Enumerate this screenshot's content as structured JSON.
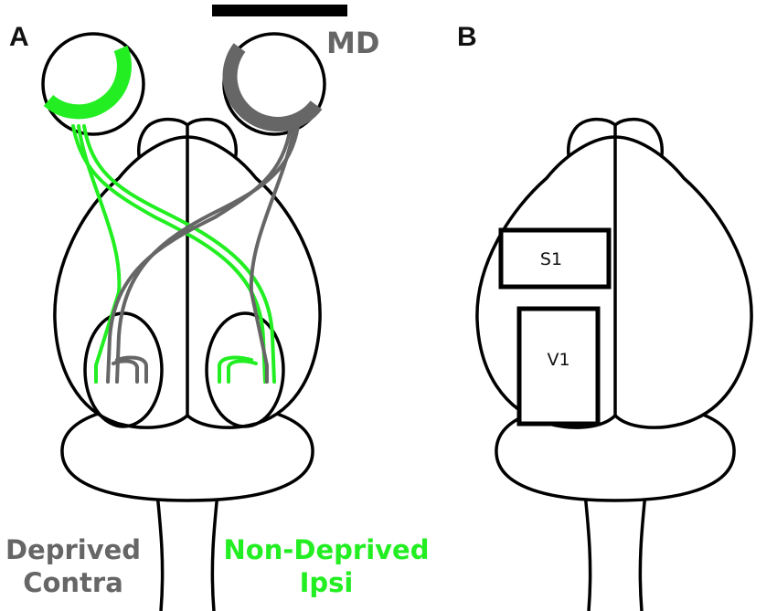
{
  "panels": {
    "a": {
      "letter": "A"
    },
    "b": {
      "letter": "B"
    }
  },
  "md_label": "MD",
  "legend": {
    "deprived": {
      "line1": "Deprived",
      "line2": "Contra"
    },
    "nondeprived": {
      "line1": "Non-Deprived",
      "line2": "Ipsi"
    }
  },
  "areas": {
    "s1": "S1",
    "v1": "V1"
  },
  "colors": {
    "deprived": "#666666",
    "nondeprived": "#22ee22",
    "outline": "#000000"
  }
}
